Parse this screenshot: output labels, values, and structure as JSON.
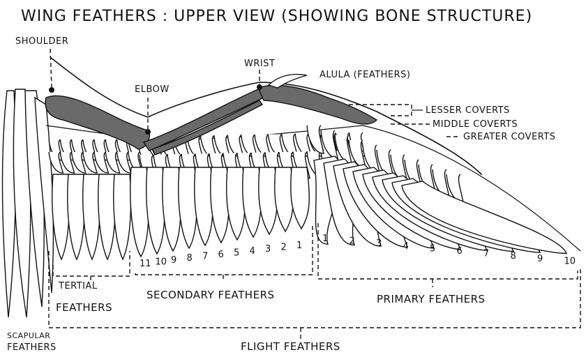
{
  "title": "WING FEATHERS : UPPER VIEW (SHOWING BONE STRUCTURE)",
  "labels": {
    "shoulder": "SHOULDER",
    "elbow": "ELBOW",
    "wrist": "WRIST",
    "alula": "ALULA (FEATHERS)",
    "lesser_coverts": "LESSER COVERTS",
    "middle_coverts": "MIDDLE COVERTS",
    "greater_coverts": "GREATER COVERTS",
    "tertial_line1": "TERTIAL",
    "tertial_line2": "FEATHERS",
    "secondary": "SECONDARY FEATHERS",
    "primary": "PRIMARY FEATHERS",
    "scapular_line1": "SCAPULAR",
    "scapular_line2": "FEATHERS",
    "flight": "FLIGHT FEATHERS"
  },
  "secondary_numbers": [
    "11",
    "10",
    "9",
    "8",
    "7",
    "6",
    "5",
    "4",
    "3",
    "2",
    "1"
  ],
  "primary_numbers": [
    "1",
    "2",
    "3",
    "4",
    "5",
    "6",
    "7",
    "8",
    "9",
    "10"
  ],
  "colors": {
    "ink": "#111111",
    "bone": "#6a6a6a",
    "background": "#ffffff"
  }
}
